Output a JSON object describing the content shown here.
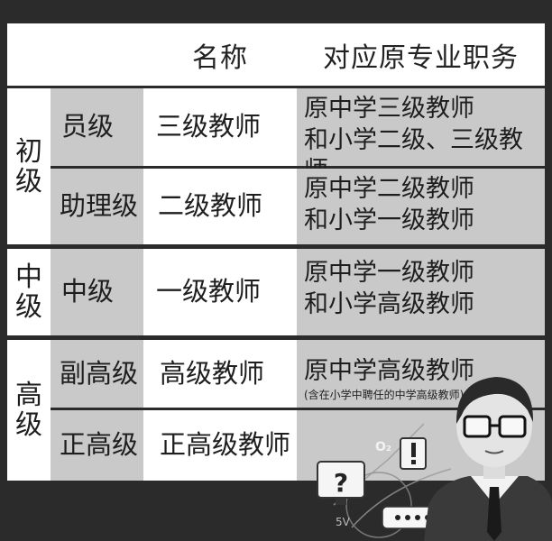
{
  "header": {
    "name_col": "名称",
    "duty_col": "对应原专业职务"
  },
  "groups": [
    {
      "label_lines": [
        "初",
        "级"
      ],
      "rows": [
        {
          "grade": "员级",
          "title": "三级教师",
          "duty_lines": [
            "原中学三级教师",
            "和小学二级、三级教师"
          ]
        },
        {
          "grade": "助理级",
          "title": "二级教师",
          "duty_lines": [
            "原中学二级教师",
            "和小学一级教师"
          ]
        }
      ]
    },
    {
      "label_lines": [
        "中",
        "级"
      ],
      "rows": [
        {
          "grade": "中级",
          "title": "一级教师",
          "duty_lines": [
            "原中学一级教师",
            "和小学高级教师"
          ]
        }
      ]
    },
    {
      "label_lines": [
        "高",
        "级"
      ],
      "rows": [
        {
          "grade": "副高级",
          "title": "高级教师",
          "duty_lines": [
            "原中学高级教师"
          ],
          "duty_note": "(含在小学中聘任的中学高级教师)"
        },
        {
          "grade": "正高级",
          "title": "正高级教师",
          "duty_lines": []
        }
      ]
    }
  ],
  "illustration": {
    "o2_label": "O2",
    "fragment": "5V",
    "icons": [
      "question-mark-icon",
      "exclamation-icon",
      "password-dots-icon",
      "teacher-avatar"
    ]
  }
}
